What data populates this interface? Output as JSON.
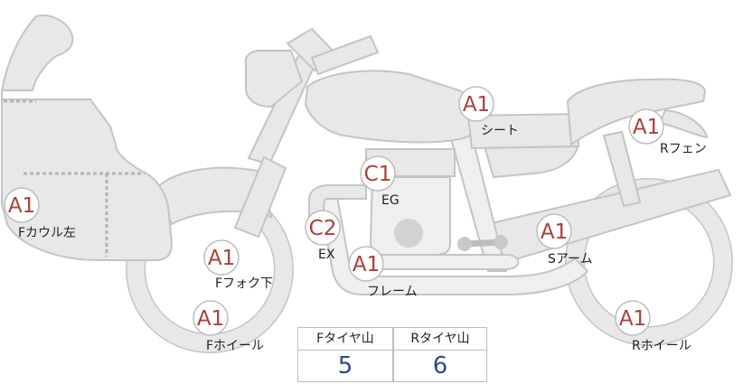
{
  "parts": [
    {
      "id": "f-cowl",
      "grade": "A1",
      "label": "Fカウル左"
    },
    {
      "id": "f-fork",
      "grade": "A1",
      "label": "Fフォク下"
    },
    {
      "id": "f-wheel",
      "grade": "A1",
      "label": "Fホイール"
    },
    {
      "id": "ex",
      "grade": "C2",
      "label": "EX"
    },
    {
      "id": "eg",
      "grade": "C1",
      "label": "EG"
    },
    {
      "id": "frame",
      "grade": "A1",
      "label": "フレーム"
    },
    {
      "id": "seat",
      "grade": "A1",
      "label": "シート"
    },
    {
      "id": "r-fender",
      "grade": "A1",
      "label": "Rフェン"
    },
    {
      "id": "s-arm",
      "grade": "A1",
      "label": "Sアーム"
    },
    {
      "id": "r-wheel",
      "grade": "A1",
      "label": "Rホイール"
    }
  ],
  "tread_table": {
    "front_header": "Fタイヤ山",
    "rear_header": "Rタイヤ山",
    "front_value": "5",
    "rear_value": "6"
  },
  "colors": {
    "grade": "#a8403a",
    "value": "#2c4a8a",
    "bike_fill": "#e8e8e8"
  }
}
